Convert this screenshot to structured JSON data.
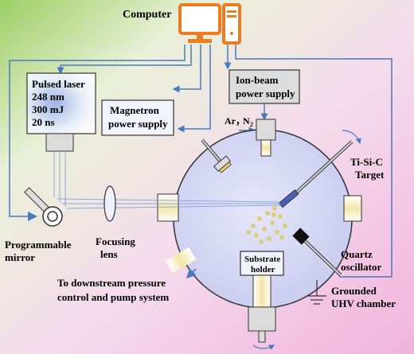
{
  "labels": {
    "computer": "Computer",
    "laser_title": "Pulsed laser",
    "laser_wavelength": "248 nm",
    "laser_energy": "300 mJ",
    "laser_pulse": "20 ns",
    "magnetron_line1": "Magnetron",
    "magnetron_line2": "power supply",
    "ion_line1": "Ion-beam",
    "ion_line2": "power supply",
    "gas_ar": "Ar，",
    "gas_n": "N",
    "gas_n_sub": "2",
    "target_line1": "Ti-Si-C",
    "target_line2": "Target",
    "mirror_line1": "Programmable",
    "mirror_line2": "mirror",
    "lens_line1": "Focusing",
    "lens_line2": "lens",
    "substrate_line1": "Substrate",
    "substrate_line2": "holder",
    "quartz_line1": "Quartz",
    "quartz_line2": "oscillator",
    "pump_line1": "To downstream pressure",
    "pump_line2": "control and pump system",
    "chamber_line1": "Grounded",
    "chamber_line2": "UHV chamber"
  },
  "colors": {
    "computer_orange": "#f07a20",
    "line_blue": "#4a78c0",
    "chamber_fill": "#d6d8f4",
    "box_fill": "#dcdcdc",
    "plume": "#e0d070"
  }
}
